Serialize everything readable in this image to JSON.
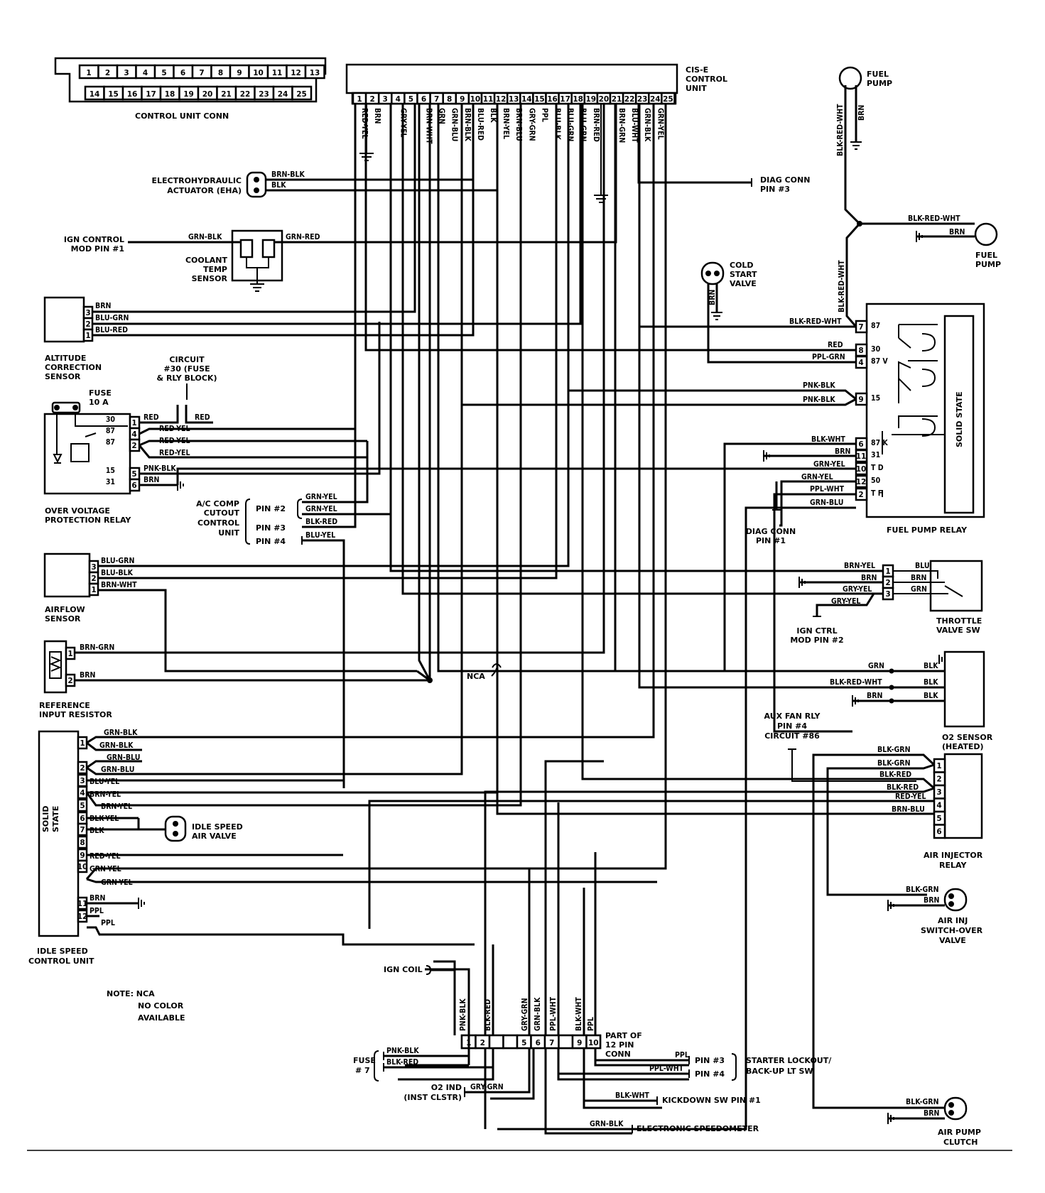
{
  "control_unit_conn": {
    "label": "CONTROL UNIT CONN",
    "row1": [
      "1",
      "2",
      "3",
      "4",
      "5",
      "6",
      "7",
      "8",
      "9",
      "10",
      "11",
      "12",
      "13"
    ],
    "row2": [
      "14",
      "15",
      "16",
      "17",
      "18",
      "19",
      "20",
      "21",
      "22",
      "23",
      "24",
      "25"
    ]
  },
  "cis_e": {
    "label_line1": "CIS-E",
    "label_line2": "CONTROL",
    "label_line3": "UNIT",
    "pins": [
      "1",
      "2",
      "3",
      "4",
      "5",
      "6",
      "7",
      "8",
      "9",
      "10",
      "11",
      "12",
      "13",
      "14",
      "15",
      "16",
      "17",
      "18",
      "19",
      "20",
      "21",
      "22",
      "23",
      "24",
      "25"
    ],
    "wires": [
      "RED-YEL",
      "BRN",
      "",
      "GRY-YEL",
      "",
      "BRN-WHT",
      "GRN",
      "GRN-BLU",
      "BRN-BLK",
      "BLU-RED",
      "BLK",
      "BRN-YEL",
      "BRN-BLU",
      "GRY-GRN",
      "PPL",
      "BLU-BLK",
      "BLU-GRN",
      "BLU-GRN",
      "BRN-RED",
      "",
      "BRN-GRN",
      "BLU-WHT",
      "GRN-BLK",
      "GRN-YEL",
      ""
    ]
  },
  "components": {
    "eha_line1": "ELECTROHYDRAULIC",
    "eha_line2": "ACTUATOR (EHA)",
    "eha_w1": "BRN-BLK",
    "eha_w2": "BLK",
    "ign_ctrl_line1": "IGN CONTROL",
    "ign_ctrl_line2": "MOD PIN #1",
    "ign_ctrl_wire": "GRN-BLK",
    "coolant_line1": "COOLANT",
    "coolant_line2": "TEMP",
    "coolant_line3": "SENSOR",
    "coolant_wire": "GRN-RED",
    "diag_pin3_line1": "DIAG CONN",
    "diag_pin3_line2": "PIN #3",
    "altitude_line1": "ALTITUDE",
    "altitude_line2": "CORRECTION",
    "altitude_line3": "SENSOR",
    "altitude_wires": [
      "BRN",
      "BLU-GRN",
      "BLU-RED"
    ],
    "altitude_pins": [
      "3",
      "2",
      "1"
    ],
    "circuit30_line1": "CIRCUIT",
    "circuit30_line2": "#30 (FUSE",
    "circuit30_line3": "& RLY BLOCK)",
    "fuse_line1": "FUSE",
    "fuse_line2": "10 A",
    "ovr_line1": "OVER VOLTAGE",
    "ovr_line2": "PROTECTION RELAY",
    "ovr_terms": [
      "30",
      "87",
      "87",
      "15",
      "31"
    ],
    "ovr_pins": [
      "1",
      "4",
      "2",
      "5",
      "6"
    ],
    "ovr_wires": [
      "RED",
      "RED-YEL",
      "RED-YEL",
      "RED-YEL",
      "PNK-BLK",
      "BRN"
    ],
    "circuit30_wire": "RED",
    "ac_line1": "A/C COMP",
    "ac_line2": "CUTOUT",
    "ac_line3": "CONTROL",
    "ac_line4": "UNIT",
    "ac_pin2": "PIN #2",
    "ac_pin3": "PIN #3",
    "ac_pin4": "PIN #4",
    "ac_wires": [
      "GRN-YEL",
      "GRN-YEL",
      "BLK-RED",
      "BLU-YEL"
    ],
    "airflow_line1": "AIRFLOW",
    "airflow_line2": "SENSOR",
    "airflow_wires": [
      "BLU-GRN",
      "BLU-BLK",
      "BRN-WHT"
    ],
    "airflow_pins": [
      "3",
      "2",
      "1"
    ],
    "ref_line1": "REFERENCE",
    "ref_line2": "INPUT RESISTOR",
    "ref_wires": [
      "BRN-GRN",
      "BRN"
    ],
    "ref_pins": [
      "1",
      "2"
    ],
    "nca": "NCA",
    "iscu_line1": "IDLE SPEED",
    "iscu_line2": "CONTROL UNIT",
    "iscu_inner_1": "SOLID",
    "iscu_inner_2": "STATE",
    "iscu_pins": [
      "1",
      "2",
      "3",
      "4",
      "5",
      "6",
      "7",
      "8",
      "9",
      "10",
      "11",
      "12"
    ],
    "iscu_wires": [
      "GRN-BLK",
      "GRN-BLK",
      "GRN-BLU",
      "GRN-BLU",
      "BLU-YEL",
      "BRN-YEL",
      "BRN-YEL",
      "BLK-YEL",
      "BLK",
      "RED-YEL",
      "GRN-YEL",
      "GRN-YEL",
      "BRN",
      "PPL",
      "PPL"
    ],
    "idle_valve_line1": "IDLE SPEED",
    "idle_valve_line2": "AIR VALVE",
    "note_line1": "NOTE:  NCA",
    "note_line2": "NO COLOR",
    "note_line3": "AVAILABLE",
    "fuel_pump_top_line1": "FUEL",
    "fuel_pump_top_line2": "PUMP",
    "fuel_pump_top_wires": [
      "BLK-RED-WHT",
      "BRN"
    ],
    "fuel_pump_right_line1": "FUEL",
    "fuel_pump_right_line2": "PUMP",
    "fuel_pump_right_wires": [
      "BLK-RED-WHT",
      "BRN"
    ],
    "fuel_pump_feed_wire": "BLK-RED-WHT",
    "cold_start_line1": "COLD",
    "cold_start_line2": "START",
    "cold_start_line3": "VALVE",
    "cold_start_wire": "BRN",
    "fpr_label": "FUEL PUMP RELAY",
    "fpr_inner": "SOLID STATE",
    "fpr_pins": [
      "7",
      "8",
      "4",
      "9",
      "6",
      "11",
      "10",
      "12",
      "2"
    ],
    "fpr_terms": [
      "87",
      "30",
      "87 V",
      "15",
      "87 K",
      "31",
      "T D",
      "50",
      "T F"
    ],
    "fpr_wires": [
      "BLK-RED-WHT",
      "RED",
      "PPL-GRN",
      "PNK-BLK",
      "PNK-BLK",
      "BLK-WHT",
      "BRN",
      "GRN-YEL",
      "GRN-YEL",
      "PPL-WHT",
      "GRN-BLU"
    ],
    "diag_pin1_line1": "DIAG CONN",
    "diag_pin1_line2": "PIN #1",
    "throttle_line1": "THROTTLE",
    "throttle_line2": "VALVE SW",
    "throttle_pins": [
      "1",
      "2",
      "3"
    ],
    "throttle_wires_left": [
      "BRN-YEL",
      "BRN",
      "GRY-YEL",
      "GRY-YEL"
    ],
    "throttle_wires_right": [
      "BLU",
      "BRN",
      "GRN"
    ],
    "ign_ctrl2_line1": "IGN CTRL",
    "ign_ctrl2_line2": "MOD PIN #2",
    "o2_line1": "O2 SENSOR",
    "o2_line2": "(HEATED)",
    "o2_wires_left": [
      "GRN",
      "BLK-RED-WHT",
      "BRN"
    ],
    "o2_wires_right": [
      "BLK",
      "BLK",
      "BLK"
    ],
    "auxfan_line1": "AUX FAN RLY",
    "auxfan_line2": "PIN #4",
    "auxfan_line3": "CIRCUIT #86",
    "air_inj_relay_line1": "AIR INJECTOR",
    "air_inj_relay_line2": "RELAY",
    "air_inj_pins": [
      "1",
      "2",
      "3",
      "4",
      "5",
      "6"
    ],
    "air_inj_wires": [
      "BLK-GRN",
      "BLK-GRN",
      "BLK-RED",
      "BLK-RED",
      "RED-YEL",
      "BRN-BLU"
    ],
    "switchover_line1": "AIR INJ",
    "switchover_line2": "SWITCH-OVER",
    "switchover_line3": "VALVE",
    "switchover_wires": [
      "BLK-GRN",
      "BRN"
    ],
    "air_pump_line1": "AIR PUMP",
    "air_pump_line2": "CLUTCH",
    "air_pump_wires": [
      "BLK-GRN",
      "BRN"
    ],
    "conn12_line1": "PART OF",
    "conn12_line2": "12 PIN",
    "conn12_line3": "CONN",
    "conn12_pins": [
      "1",
      "2",
      "",
      "",
      "5",
      "6",
      "7",
      "",
      "9",
      "10"
    ],
    "conn12_wires": [
      "PNK-BLK",
      "BLK-RED",
      "GRY-GRN",
      "GRN-BLK",
      "PPL-WHT",
      "BLK-WHT",
      "PPL"
    ],
    "ign_coil": "IGN COIL",
    "fuse7_line1": "FUSE",
    "fuse7_line2": "# 7",
    "fuse7_wires": [
      "PNK-BLK",
      "BLK-RED"
    ],
    "o2ind_line1": "O2 IND",
    "o2ind_line2": "(INST CLSTR)",
    "o2ind_wire": "GRY-GRN",
    "starter_pin3": "PIN #3",
    "starter_pin4": "PIN #4",
    "starter_line1": "STARTER LOCKOUT/",
    "starter_line2": "BACK-UP LT SW",
    "starter_wires": [
      "PPL",
      "PPL-WHT"
    ],
    "kickdown_wire": "BLK-WHT",
    "kickdown_label": "KICKDOWN SW PIN #1",
    "speedo_wire": "GRN-BLK",
    "speedo_label": "ELECTRONIC SPEEDOMETER"
  }
}
